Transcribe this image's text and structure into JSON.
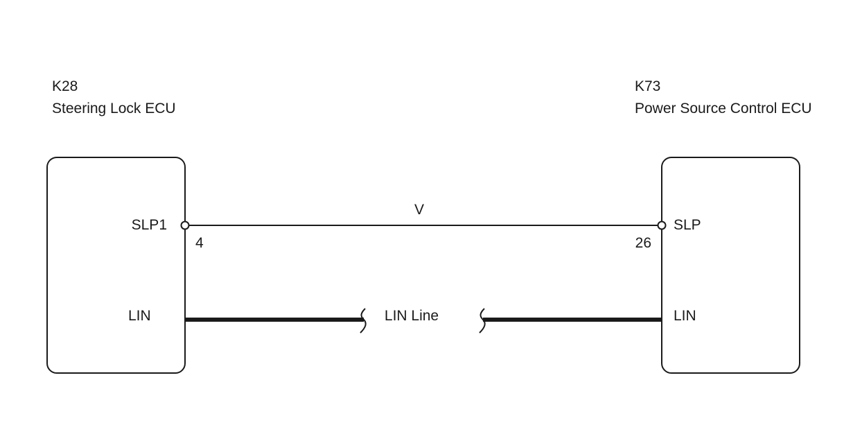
{
  "left_component": {
    "code": "K28",
    "name": "Steering Lock ECU",
    "pins": {
      "slp": {
        "label": "SLP1",
        "number": "4"
      },
      "lin": {
        "label": "LIN"
      }
    }
  },
  "right_component": {
    "code": "K73",
    "name": "Power Source Control ECU",
    "pins": {
      "slp": {
        "label": "SLP",
        "number": "26"
      },
      "lin": {
        "label": "LIN"
      }
    }
  },
  "wires": {
    "slp_color": "V",
    "lin_label": "LIN Line"
  },
  "colors": {
    "line": "#1a1a1a",
    "background": "#ffffff"
  }
}
